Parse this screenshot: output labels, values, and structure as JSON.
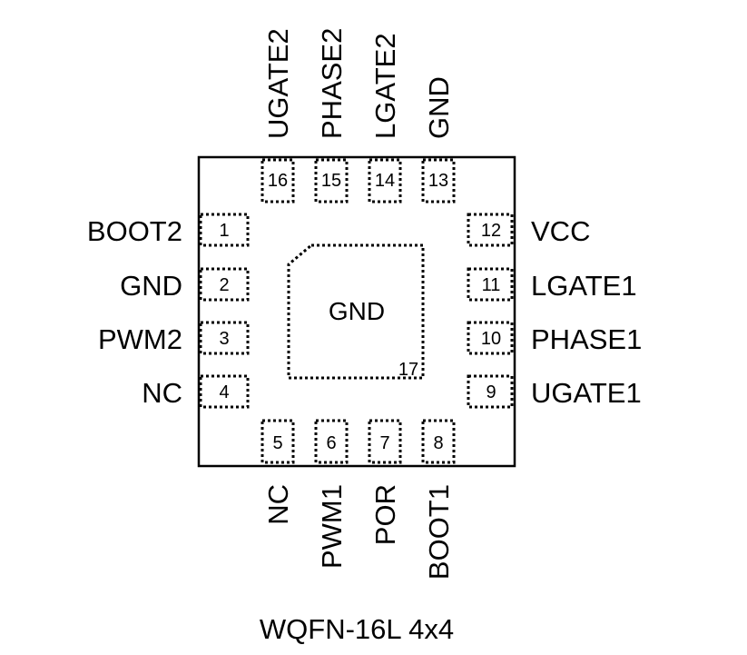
{
  "package": {
    "caption": "WQFN-16L 4x4",
    "exposed_pad": {
      "name": "GND",
      "number": "17"
    }
  },
  "pins": {
    "left": [
      {
        "num": "1",
        "name": "BOOT2"
      },
      {
        "num": "2",
        "name": "GND"
      },
      {
        "num": "3",
        "name": "PWM2"
      },
      {
        "num": "4",
        "name": "NC"
      }
    ],
    "bottom": [
      {
        "num": "5",
        "name": "NC"
      },
      {
        "num": "6",
        "name": "PWM1"
      },
      {
        "num": "7",
        "name": "POR"
      },
      {
        "num": "8",
        "name": "BOOT1"
      }
    ],
    "right": [
      {
        "num": "9",
        "name": "UGATE1"
      },
      {
        "num": "10",
        "name": "PHASE1"
      },
      {
        "num": "11",
        "name": "LGATE1"
      },
      {
        "num": "12",
        "name": "VCC"
      }
    ],
    "top": [
      {
        "num": "13",
        "name": "GND"
      },
      {
        "num": "14",
        "name": "LGATE2"
      },
      {
        "num": "15",
        "name": "PHASE2"
      },
      {
        "num": "16",
        "name": "UGATE2"
      }
    ]
  }
}
